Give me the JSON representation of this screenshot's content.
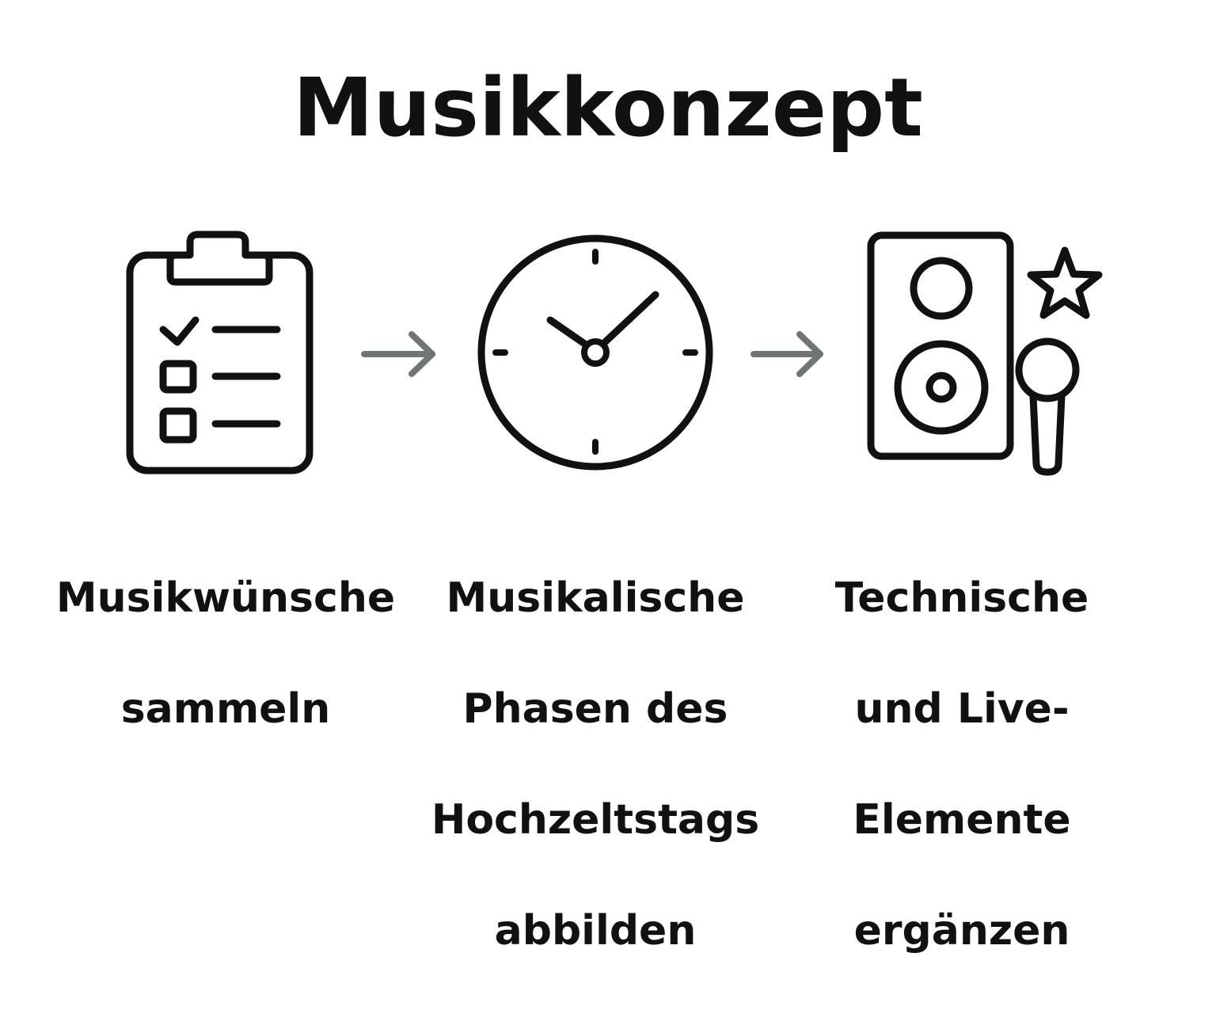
{
  "title": "Musikkonzept",
  "steps": [
    {
      "icon": "clipboard-checklist-icon",
      "lines": [
        "Musikwünsche",
        "sammeln"
      ]
    },
    {
      "icon": "clock-icon",
      "lines": [
        "Musikalische",
        "Phasen des",
        "Hochzeltstags",
        "abbilden"
      ]
    },
    {
      "icon": "speaker-microphone-star-icon",
      "lines": [
        "Technische",
        "und Live-",
        "Elemente",
        "ergänzen"
      ]
    }
  ],
  "colors": {
    "text": "#111111",
    "arrow": "#6f7671",
    "background": "#ffffff"
  }
}
